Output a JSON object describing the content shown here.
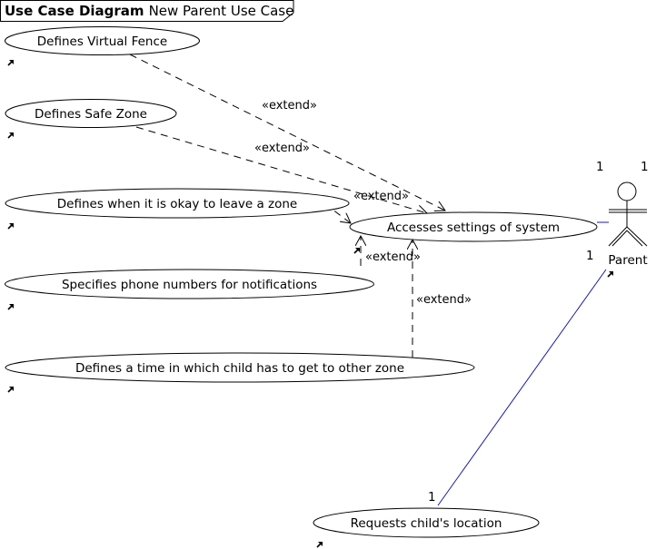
{
  "frame": {
    "kind": "Use Case Diagram",
    "name": "New Parent Use Case"
  },
  "use_cases": {
    "virtual_fence": "Defines Virtual Fence",
    "safe_zone": "Defines Safe Zone",
    "okay_to_leave": "Defines when it is okay to leave a zone",
    "phone_numbers": "Specifies phone numbers for notifications",
    "time_to_zone": "Defines a time in which child has to get to other zone",
    "settings": "Accesses settings of system",
    "child_location": "Requests child's location"
  },
  "actor": {
    "name": "Parent"
  },
  "relations": {
    "extend_label": "«extend»"
  },
  "multiplicities": {
    "actor_top_left": "1",
    "actor_top_right": "1",
    "actor_bottom": "1",
    "location_end": "1"
  },
  "colors": {
    "line": "#000000",
    "association_blue": "#1a1aa6",
    "background": "#ffffff"
  }
}
